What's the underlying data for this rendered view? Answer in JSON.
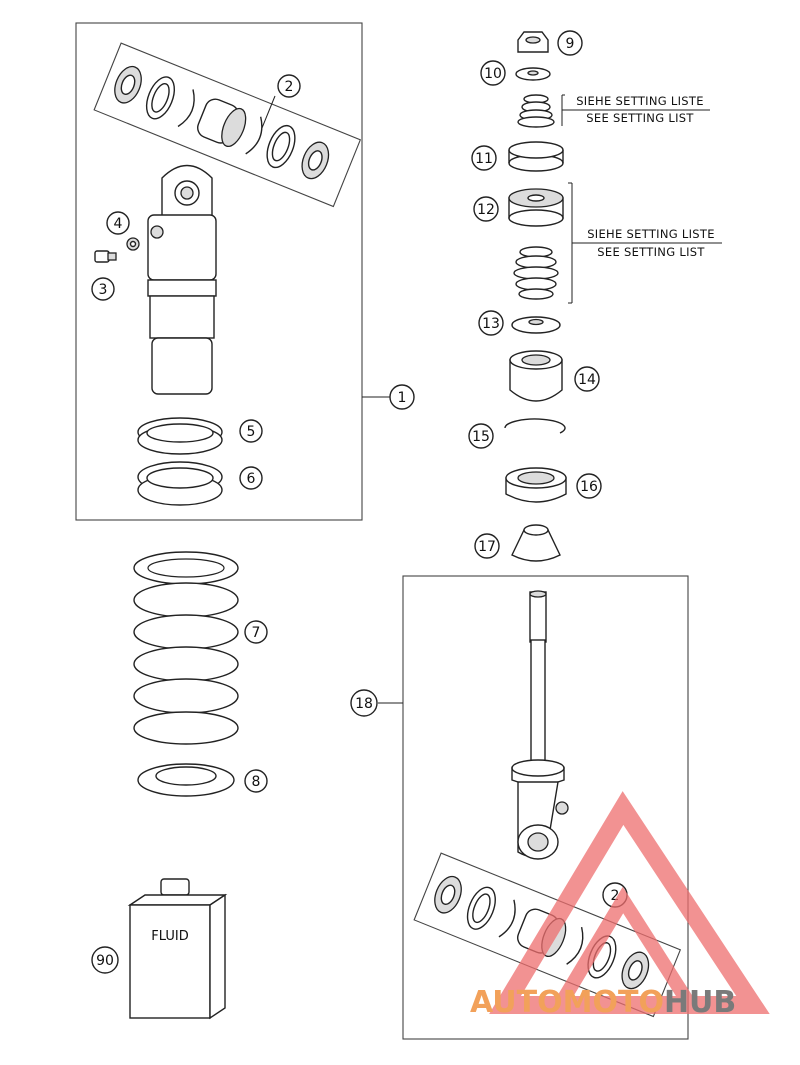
{
  "setting_notes": {
    "upper": {
      "line1": "SIEHE SETTING LISTE",
      "line2": "SEE SETTING LIST"
    },
    "lower": {
      "line1": "SIEHE SETTING LISTE",
      "line2": "SEE SETTING LIST"
    }
  },
  "callouts": {
    "c1": "1",
    "c2": "2",
    "c2b": "2",
    "c3": "3",
    "c4": "4",
    "c5": "5",
    "c6": "6",
    "c7": "7",
    "c8": "8",
    "c9": "9",
    "c10": "10",
    "c11": "11",
    "c12": "12",
    "c13": "13",
    "c14": "14",
    "c15": "15",
    "c16": "16",
    "c17": "17",
    "c18": "18",
    "c90": "90"
  },
  "fluid_label": "FLUID",
  "watermark": {
    "part1": "AUTOMOTO",
    "part2": "HUB",
    "color_primary": "#f2a15a",
    "color_secondary": "#7a7a7a",
    "logo_color": "#ee6e6e"
  }
}
